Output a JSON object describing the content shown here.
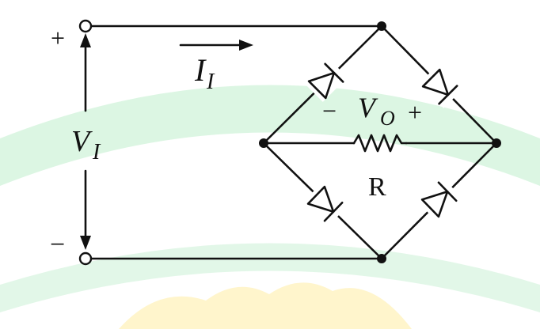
{
  "colors": {
    "ink": "#111111",
    "background": "#ffffff",
    "watermark_green": "#bfeecc",
    "watermark_yellow": "#fff2bf"
  },
  "labels": {
    "plus_input": "+",
    "minus_input": "−",
    "input_voltage_main": "V",
    "input_voltage_sub": "I",
    "input_current_main": "I",
    "input_current_sub": "I",
    "output_minus": "−",
    "output_voltage_main": "V",
    "output_voltage_sub": "O",
    "output_plus": "+",
    "resistor": "R"
  }
}
